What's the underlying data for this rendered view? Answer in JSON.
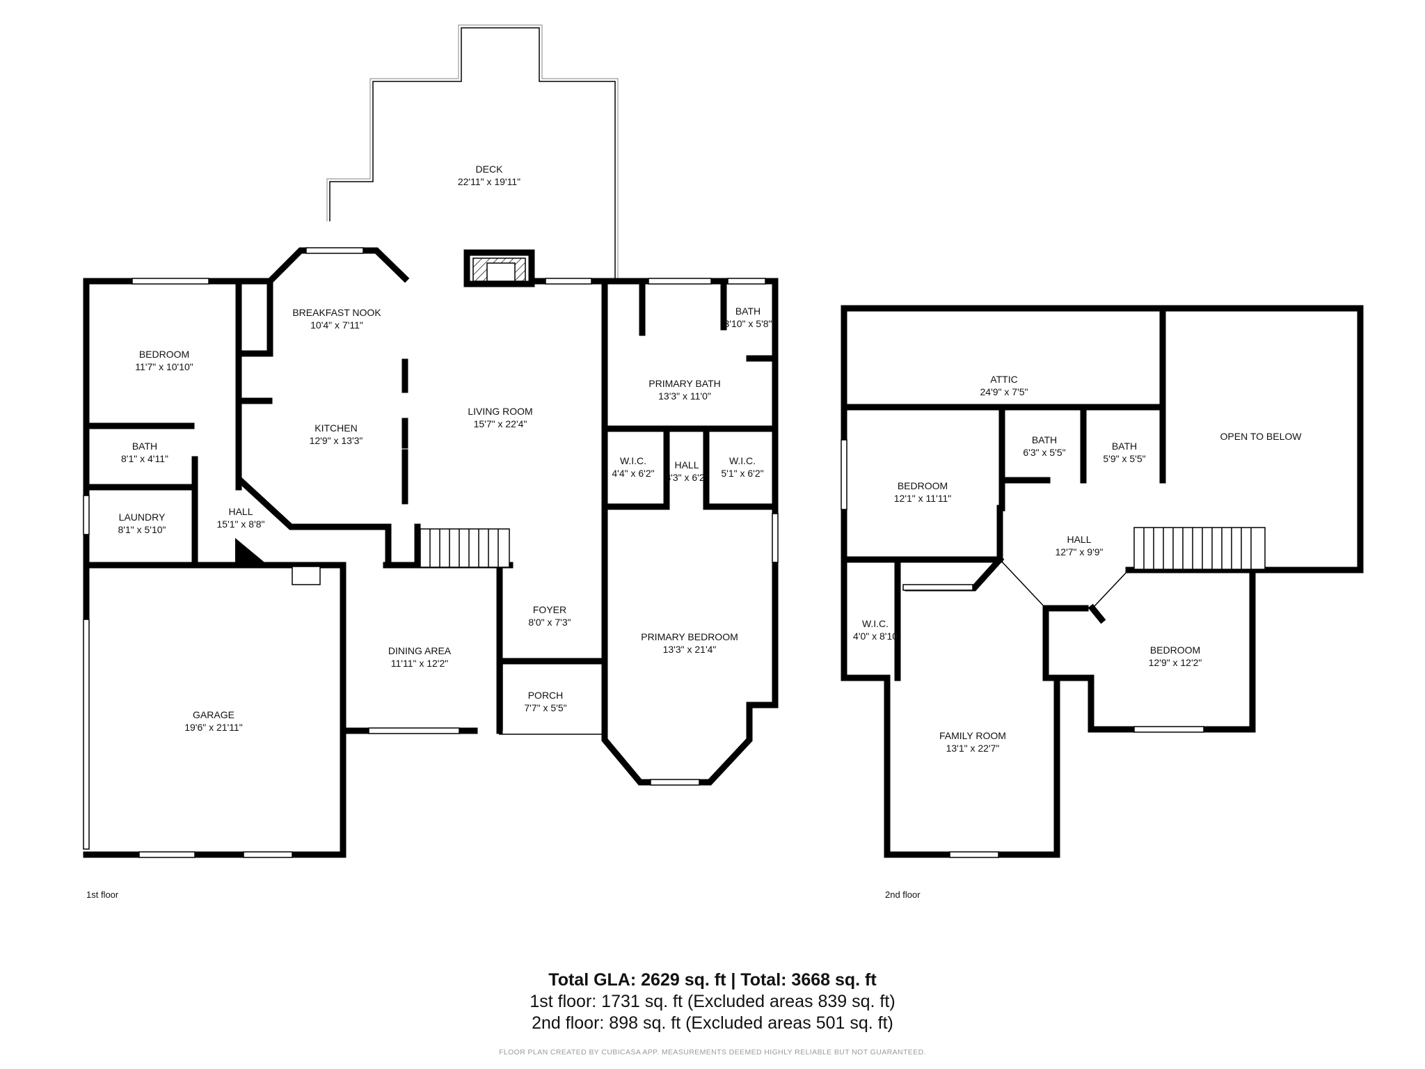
{
  "floors": [
    {
      "label": "1st floor",
      "rooms": [
        {
          "name": "DECK",
          "dim": "22'11\" x 19'11\""
        },
        {
          "name": "BREAKFAST NOOK",
          "dim": "10'4\" x 7'11\""
        },
        {
          "name": "BEDROOM",
          "dim": "11'7\" x 10'10\""
        },
        {
          "name": "KITCHEN",
          "dim": "12'9\" x 13'3\""
        },
        {
          "name": "LIVING ROOM",
          "dim": "15'7\" x 22'4\""
        },
        {
          "name": "BATH",
          "dim": "3'10\" x 5'8\""
        },
        {
          "name": "PRIMARY BATH",
          "dim": "13'3\" x 11'0\""
        },
        {
          "name": "BATH",
          "dim": "8'1\" x 4'11\""
        },
        {
          "name": "W.I.C.",
          "dim": "4'4\" x 6'2\""
        },
        {
          "name": "HALL",
          "dim": "3'3\" x 6'2\""
        },
        {
          "name": "W.I.C.",
          "dim": "5'1\" x 6'2\""
        },
        {
          "name": "LAUNDRY",
          "dim": "8'1\" x 5'10\""
        },
        {
          "name": "HALL",
          "dim": "15'1\" x 8'8\""
        },
        {
          "name": "FOYER",
          "dim": "8'0\" x 7'3\""
        },
        {
          "name": "PRIMARY BEDROOM",
          "dim": "13'3\" x 21'4\""
        },
        {
          "name": "DINING AREA",
          "dim": "11'11\" x 12'2\""
        },
        {
          "name": "PORCH",
          "dim": "7'7\" x 5'5\""
        },
        {
          "name": "GARAGE",
          "dim": "19'6\" x 21'11\""
        }
      ]
    },
    {
      "label": "2nd floor",
      "rooms": [
        {
          "name": "ATTIC",
          "dim": "24'9\" x 7'5\""
        },
        {
          "name": "OPEN TO BELOW",
          "dim": ""
        },
        {
          "name": "BATH",
          "dim": "6'3\" x 5'5\""
        },
        {
          "name": "BATH",
          "dim": "5'9\" x 5'5\""
        },
        {
          "name": "BEDROOM",
          "dim": "12'1\" x 11'11\""
        },
        {
          "name": "HALL",
          "dim": "12'7\" x 9'9\""
        },
        {
          "name": "W.I.C.",
          "dim": "4'0\" x 8'10"
        },
        {
          "name": "BEDROOM",
          "dim": "12'9\" x 12'2\""
        },
        {
          "name": "FAMILY ROOM",
          "dim": "13'1\" x 22'7\""
        }
      ]
    }
  ],
  "summary": {
    "total": "Total GLA: 2629 sq. ft | Total: 3668 sq. ft",
    "first": "1st floor: 1731 sq. ft (Excluded areas 839 sq. ft)",
    "second": "2nd floor: 898 sq. ft (Excluded areas 501 sq. ft)"
  },
  "credit": "FLOOR PLAN CREATED BY CUBICASA APP. MEASUREMENTS DEEMED HIGHLY RELIABLE BUT NOT GUARANTEED."
}
